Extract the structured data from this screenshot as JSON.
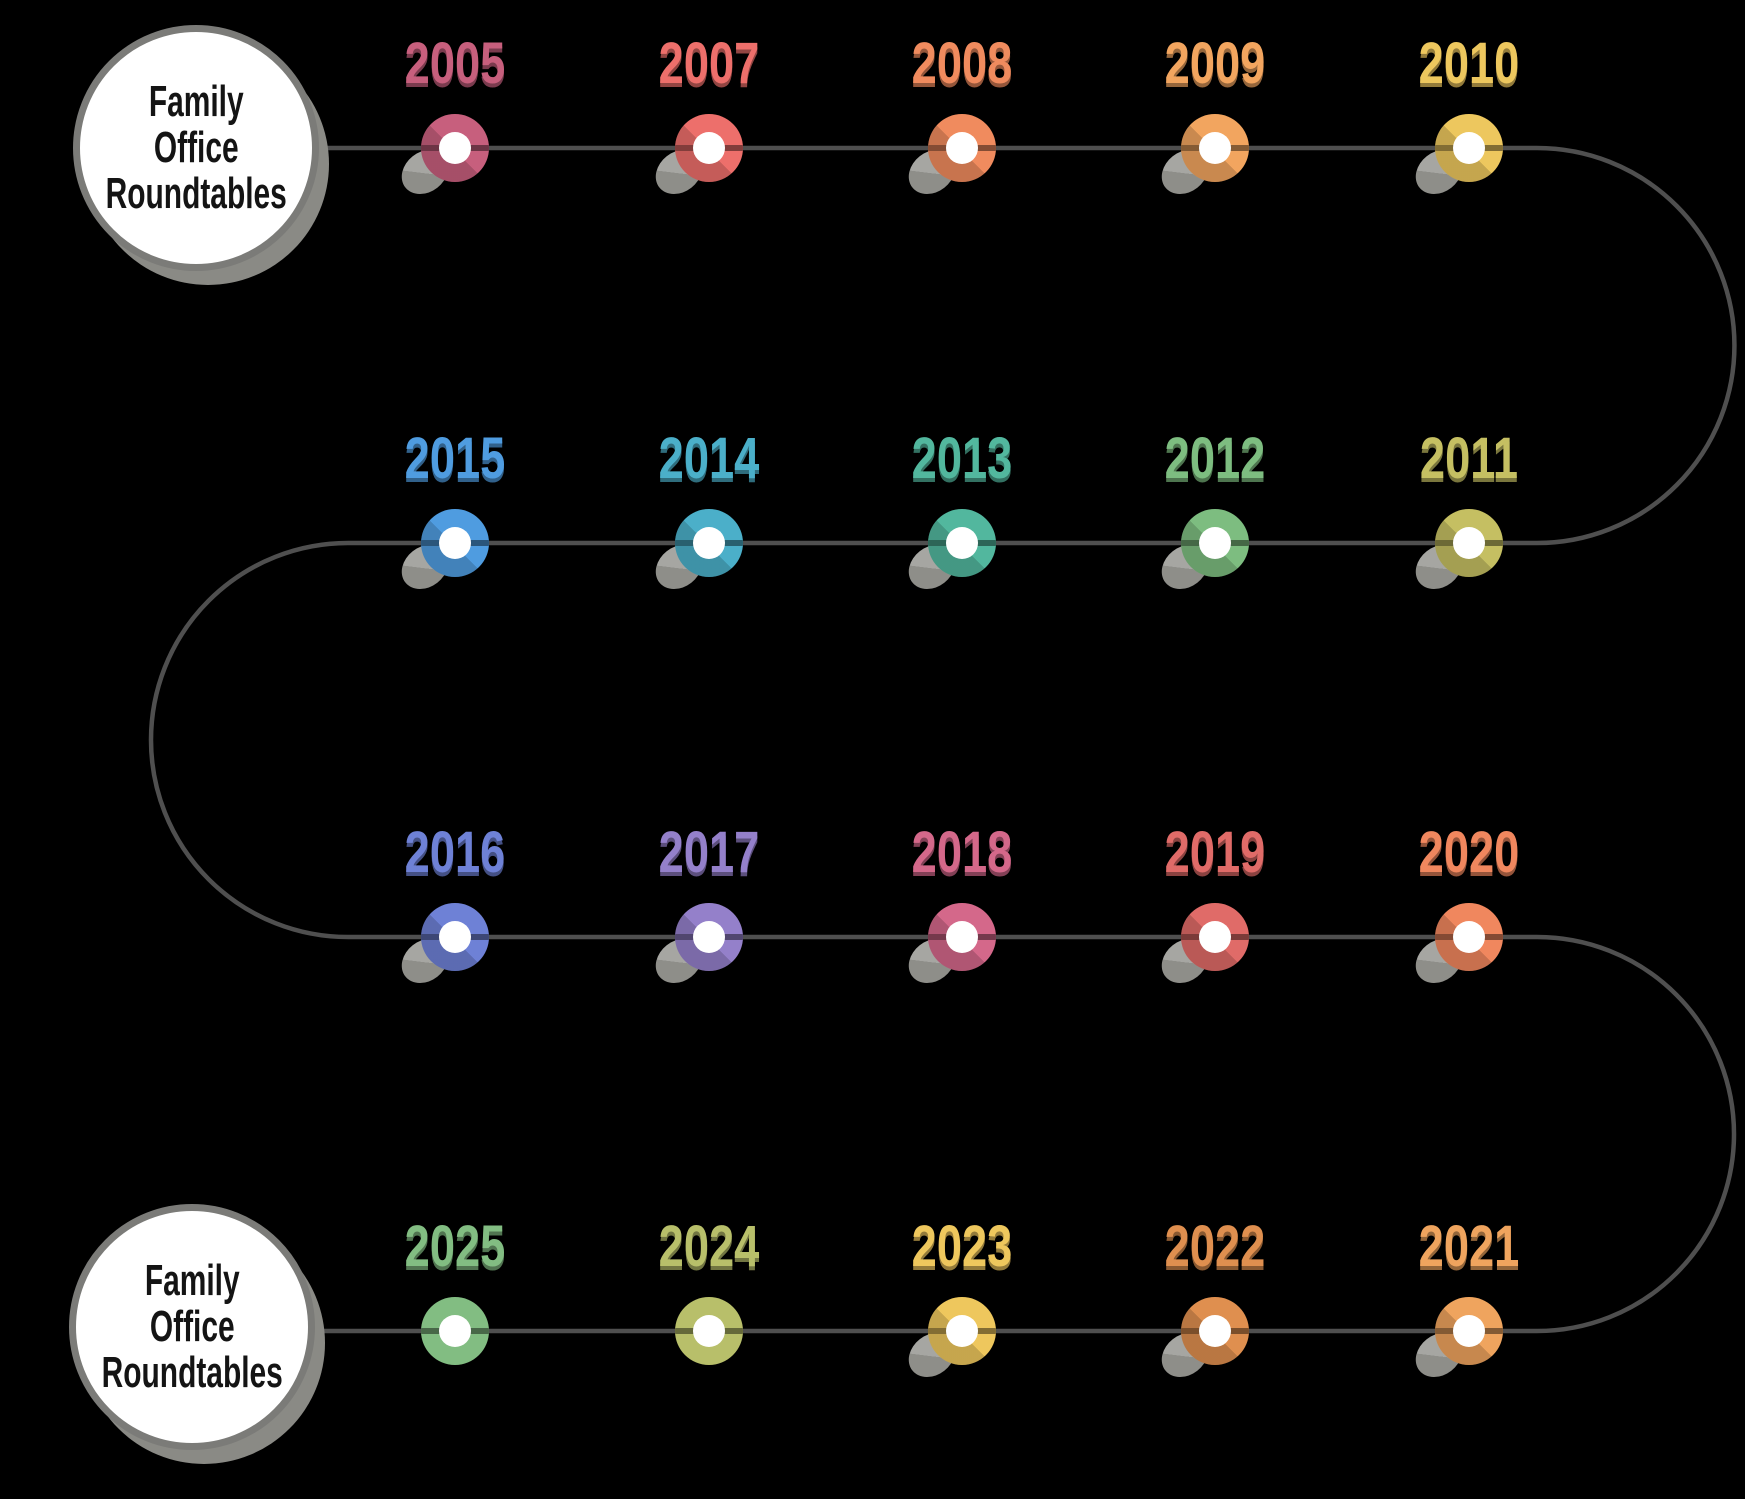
{
  "badges": {
    "top": {
      "lines": [
        "Family",
        "Office",
        "Roundtables"
      ]
    },
    "bottom": {
      "lines": [
        "Family",
        "Office",
        "Roundtables"
      ]
    }
  },
  "timeline": {
    "line_color": "#4f4f4f",
    "rows": [
      {
        "items": [
          {
            "year": "2005",
            "color": "#c75f7d",
            "shadow": true
          },
          {
            "year": "2007",
            "color": "#ed6f6b",
            "shadow": true
          },
          {
            "year": "2008",
            "color": "#f08b5e",
            "shadow": true
          },
          {
            "year": "2009",
            "color": "#f2a55f",
            "shadow": true
          },
          {
            "year": "2010",
            "color": "#edc75e",
            "shadow": true
          }
        ]
      },
      {
        "items": [
          {
            "year": "2015",
            "color": "#4f9ce0",
            "shadow": true
          },
          {
            "year": "2014",
            "color": "#4bafc9",
            "shadow": true
          },
          {
            "year": "2013",
            "color": "#52b79e",
            "shadow": true
          },
          {
            "year": "2012",
            "color": "#7dbd80",
            "shadow": true
          },
          {
            "year": "2011",
            "color": "#c5bf62",
            "shadow": true
          }
        ]
      },
      {
        "items": [
          {
            "year": "2016",
            "color": "#6e81d6",
            "shadow": true
          },
          {
            "year": "2017",
            "color": "#9480ca",
            "shadow": true
          },
          {
            "year": "2018",
            "color": "#d4688a",
            "shadow": true
          },
          {
            "year": "2019",
            "color": "#e06b68",
            "shadow": true
          },
          {
            "year": "2020",
            "color": "#f0875e",
            "shadow": true
          }
        ]
      },
      {
        "items": [
          {
            "year": "2025",
            "color": "#82bd82",
            "shadow": false
          },
          {
            "year": "2024",
            "color": "#b8bf6a",
            "shadow": false
          },
          {
            "year": "2023",
            "color": "#eec75d",
            "shadow": true
          },
          {
            "year": "2022",
            "color": "#df8f4f",
            "shadow": true
          },
          {
            "year": "2021",
            "color": "#efa45e",
            "shadow": true
          }
        ]
      }
    ]
  }
}
